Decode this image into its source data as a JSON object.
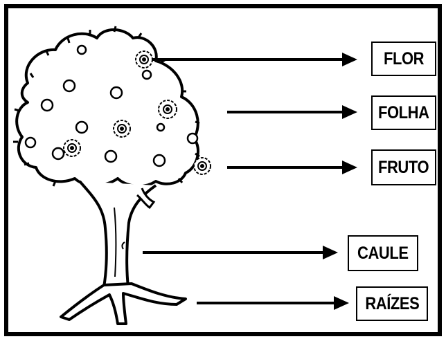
{
  "diagram": {
    "labels": [
      {
        "id": "flor",
        "text": "FLOR"
      },
      {
        "id": "folha",
        "text": "FOLHA"
      },
      {
        "id": "fruto",
        "text": "FRUTO"
      },
      {
        "id": "caule",
        "text": "CAULE"
      },
      {
        "id": "raizes",
        "text": "RAÍZES"
      }
    ],
    "colors": {
      "ink": "#000000",
      "paper": "#ffffff"
    },
    "icons": {
      "tree": "tree-illustration",
      "flower": "flower-icon",
      "fruit": "fruit-icon"
    }
  }
}
